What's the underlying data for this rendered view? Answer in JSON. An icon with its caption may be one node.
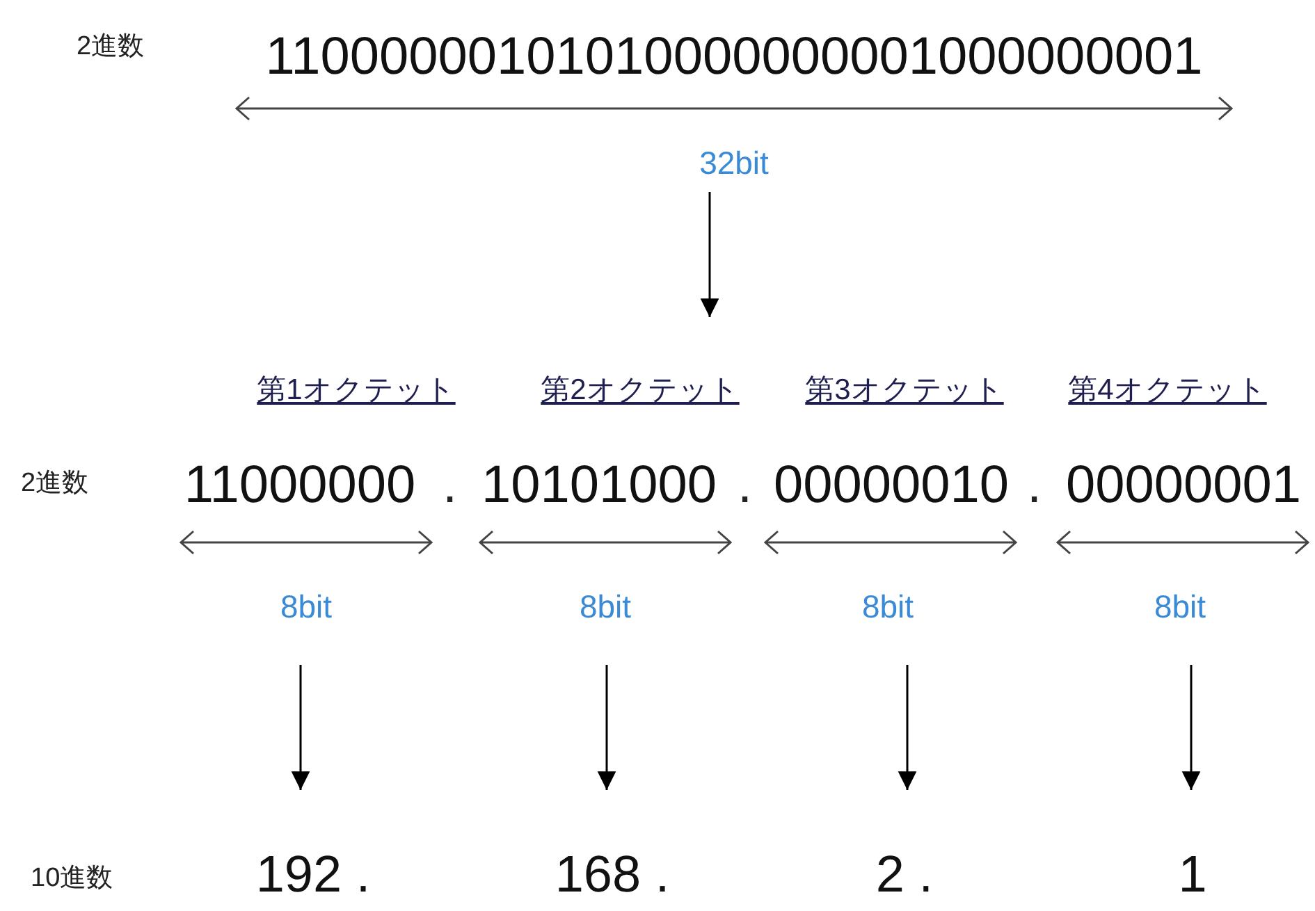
{
  "diagram": {
    "nodes": [
      {
        "text": [
          "11000000101010000000001000000001"
        ],
        "beside": [
          "32bit"
        ]
      },
      {
        "text": [
          "第1オクテット",
          "11000000"
        ],
        "beside": [
          "8bit"
        ]
      },
      {
        "text": [
          "第2オクテット",
          "10101000"
        ],
        "beside": [
          "8bit"
        ]
      },
      {
        "text": [
          "第3オクテット",
          "00000010"
        ],
        "beside": [
          "8bit"
        ]
      },
      {
        "text": [
          "第4オクテット",
          "00000001"
        ],
        "beside": [
          "8bit"
        ]
      },
      {
        "text": [
          "192 ."
        ]
      },
      {
        "text": [
          "168 ."
        ]
      },
      {
        "text": [
          "2 ."
        ]
      },
      {
        "text": [
          "1"
        ]
      }
    ],
    "edges": [
      {
        "from": 0,
        "to": null,
        "arrow": "to"
      },
      {
        "from": 1,
        "to": 5,
        "arrow": "to"
      },
      {
        "from": 2,
        "to": 6,
        "arrow": "to"
      },
      {
        "from": 3,
        "to": 7,
        "arrow": "to"
      },
      {
        "from": 4,
        "to": 8,
        "arrow": "to"
      }
    ],
    "labels": [
      "2進数",
      "2進数",
      ".",
      ".",
      ".",
      "10進数"
    ]
  }
}
